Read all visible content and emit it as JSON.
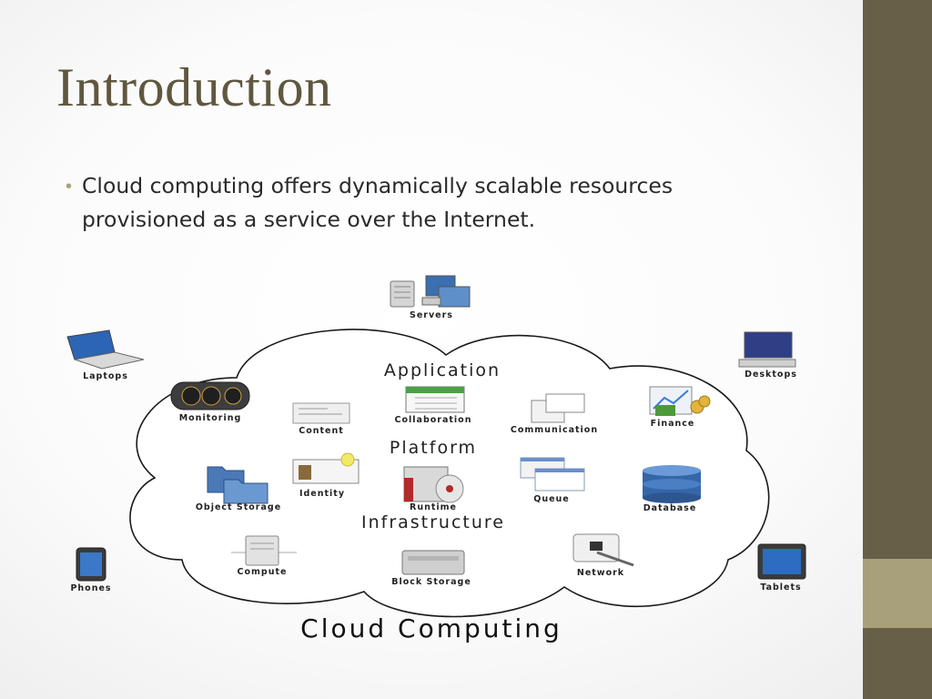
{
  "slide": {
    "title": "Introduction",
    "bullet": "Cloud computing offers dynamically scalable resources provisioned as a service over the Internet."
  },
  "diagram": {
    "caption": "Cloud Computing",
    "layers": {
      "application": "Application",
      "platform": "Platform",
      "infrastructure": "Infrastructure"
    },
    "devices": {
      "servers": "Servers",
      "laptops": "Laptops",
      "desktops": "Desktops",
      "phones": "Phones",
      "tablets": "Tablets"
    },
    "services": {
      "monitoring": "Monitoring",
      "content": "Content",
      "collaboration": "Collaboration",
      "communication": "Communication",
      "finance": "Finance",
      "object_storage": "Object Storage",
      "identity": "Identity",
      "runtime": "Runtime",
      "queue": "Queue",
      "database": "Database",
      "compute": "Compute",
      "block_storage": "Block Storage",
      "network": "Network"
    }
  }
}
